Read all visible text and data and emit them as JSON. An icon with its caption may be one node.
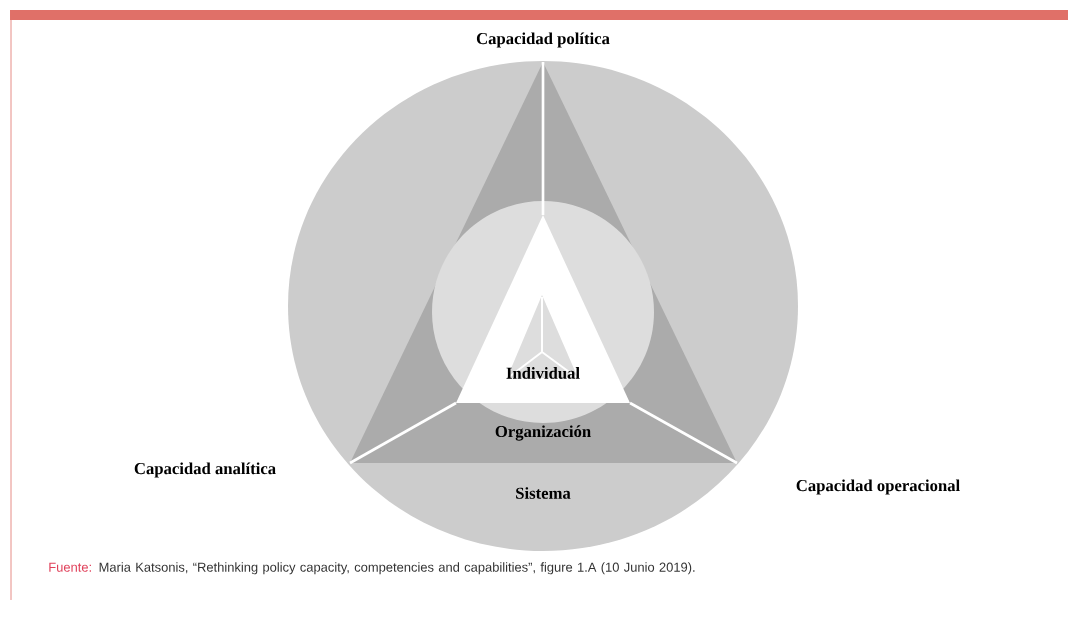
{
  "diagram": {
    "caption": "Maria Katsonis, “Rethinking policy capacity, competencies and capabilities”, figure 1.A (10 Junio 2019).",
    "nodes": [
      {
        "text": [
          "Sistema"
        ]
      },
      {
        "text": [
          "Organización"
        ],
        "in": 0
      },
      {
        "text": [
          "Individual"
        ],
        "in": 1
      }
    ],
    "labels": [
      "Capacidad política",
      "Capacidad analítica",
      "Capacidad operacional",
      "Fuente:"
    ]
  }
}
